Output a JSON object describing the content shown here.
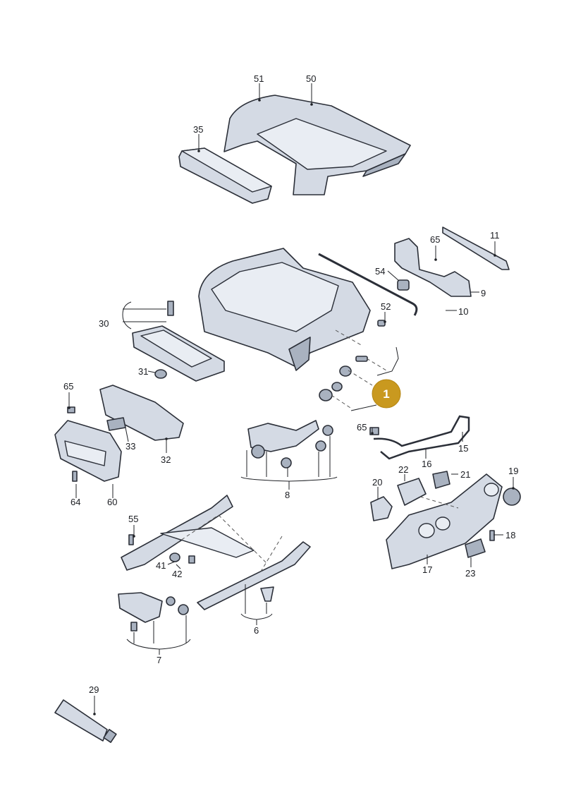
{
  "diagram": {
    "labels": {
      "p51": "51",
      "p50": "50",
      "p35": "35",
      "p11": "11",
      "p65a": "65",
      "p54": "54",
      "p9": "9",
      "p10": "10",
      "p52": "52",
      "p30": "30",
      "p31": "31",
      "p1": "1",
      "p65b": "65",
      "p33": "33",
      "p32": "32",
      "p60": "60",
      "p64": "64",
      "p65c": "65",
      "p15": "15",
      "p16": "16",
      "p8": "8",
      "p22": "22",
      "p21": "21",
      "p20": "20",
      "p19": "19",
      "p18": "18",
      "p17": "17",
      "p23": "23",
      "p55": "55",
      "p41": "41",
      "p42": "42",
      "p6": "6",
      "p7": "7",
      "p29": "29"
    },
    "badge_color": "#c9991f"
  }
}
